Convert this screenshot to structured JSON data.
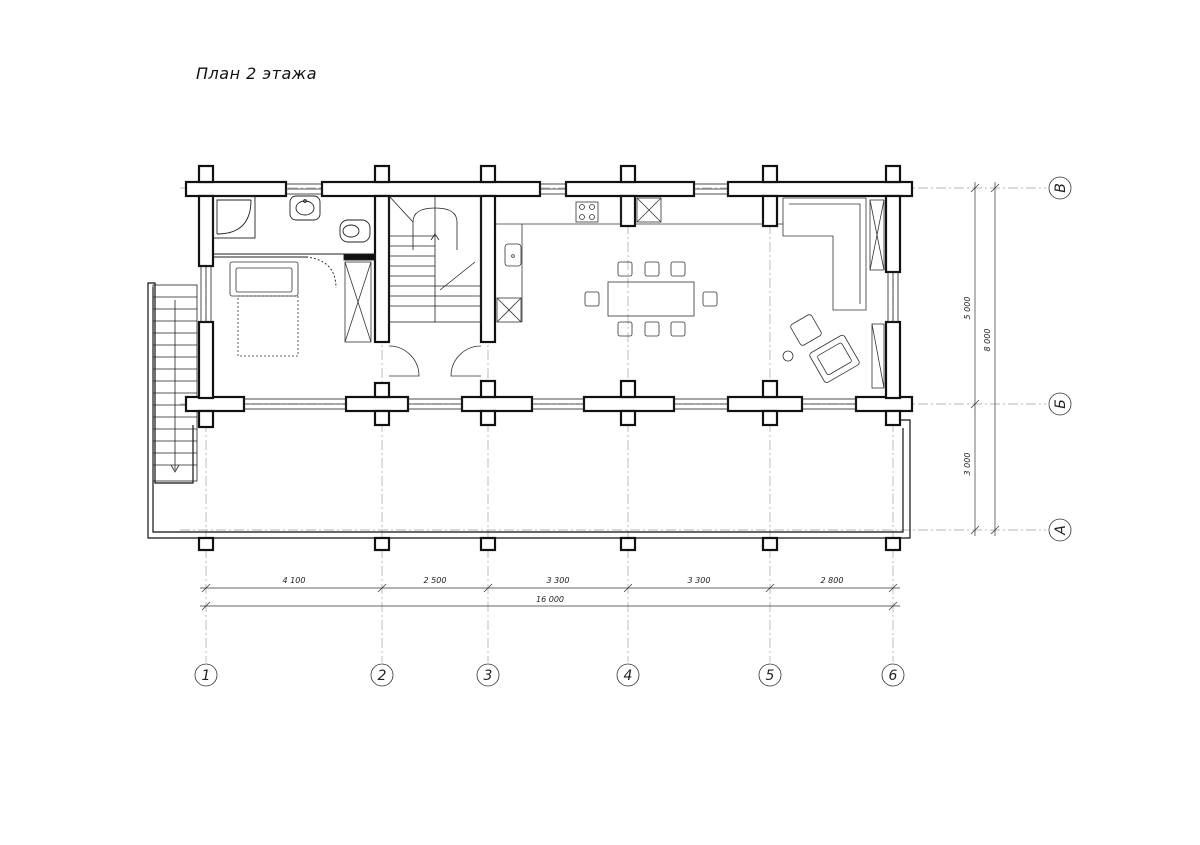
{
  "title": "План 2 этажа",
  "axes_numbers": [
    {
      "id": "1",
      "label": "1"
    },
    {
      "id": "2",
      "label": "2"
    },
    {
      "id": "3",
      "label": "3"
    },
    {
      "id": "4",
      "label": "4"
    },
    {
      "id": "5",
      "label": "5"
    },
    {
      "id": "6",
      "label": "6"
    }
  ],
  "axes_letters": [
    {
      "id": "V",
      "label": "В"
    },
    {
      "id": "B",
      "label": "Б"
    },
    {
      "id": "A",
      "label": "А"
    }
  ],
  "dimensions_horizontal": [
    "4 100",
    "2 500",
    "3 300",
    "3 300",
    "2 800"
  ],
  "dimension_total_horizontal": "16 000",
  "dimensions_vertical": [
    "5 000",
    "3 000"
  ],
  "dimension_total_vertical": "8 000",
  "colors": {
    "line": "#111111",
    "thin": "#555555",
    "grid": "#9a9a9a"
  }
}
